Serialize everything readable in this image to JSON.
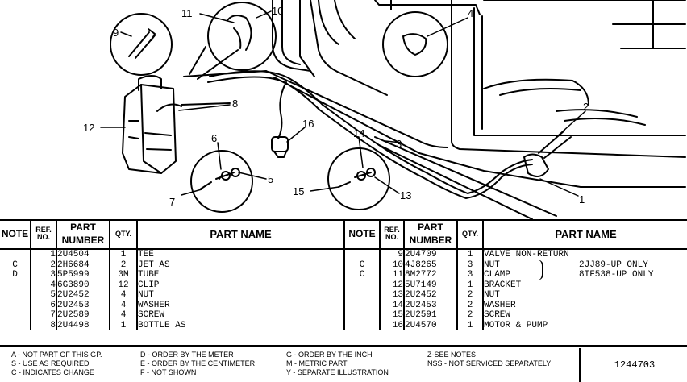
{
  "callouts": [
    "1",
    "2",
    "3",
    "4",
    "5",
    "6",
    "7",
    "8",
    "9",
    "10",
    "11",
    "12",
    "13",
    "14",
    "15",
    "16"
  ],
  "left_table": {
    "headers": {
      "note": "NOTE",
      "ref_no": "REF. NO.",
      "part_number": "PART NUMBER",
      "qty": "QTY.",
      "part_name": "PART NAME"
    },
    "rows": [
      {
        "note": "",
        "ref": "1",
        "part": "2U4504",
        "qty": "1",
        "name": "TEE"
      },
      {
        "note": "C",
        "ref": "2",
        "part": "2H6684",
        "qty": "2",
        "name": "JET AS"
      },
      {
        "note": "D",
        "ref": "3",
        "part": "5P5999",
        "qty": "3M",
        "name": "TUBE"
      },
      {
        "note": "",
        "ref": "4",
        "part": "6G3890",
        "qty": "12",
        "name": "CLIP"
      },
      {
        "note": "",
        "ref": "5",
        "part": "2U2452",
        "qty": "4",
        "name": "NUT"
      },
      {
        "note": "",
        "ref": "6",
        "part": "2U2453",
        "qty": "4",
        "name": "WASHER"
      },
      {
        "note": "",
        "ref": "7",
        "part": "2U2589",
        "qty": "4",
        "name": "SCREW"
      },
      {
        "note": "",
        "ref": "8",
        "part": "2U4498",
        "qty": "1",
        "name": "BOTTLE AS"
      }
    ]
  },
  "right_table": {
    "headers": {
      "note": "NOTE",
      "ref_no": "REF. NO.",
      "part_number": "PART NUMBER",
      "qty": "QTY.",
      "part_name": "PART NAME"
    },
    "rows": [
      {
        "note": "",
        "ref": "9",
        "part": "2U4709",
        "qty": "1",
        "name": "VALVE NON-RETURN",
        "aside": ""
      },
      {
        "note": "C",
        "ref": "10",
        "part": "4J8265",
        "qty": "3",
        "name": "NUT",
        "aside": "2JJ89-UP ONLY"
      },
      {
        "note": "C",
        "ref": "11",
        "part": "8M2772",
        "qty": "3",
        "name": "CLAMP",
        "aside": "8TF538-UP ONLY"
      },
      {
        "note": "",
        "ref": "12",
        "part": "5U7149",
        "qty": "1",
        "name": "BRACKET",
        "aside": ""
      },
      {
        "note": "",
        "ref": "13",
        "part": "2U2452",
        "qty": "2",
        "name": "NUT",
        "aside": ""
      },
      {
        "note": "",
        "ref": "14",
        "part": "2U2453",
        "qty": "2",
        "name": "WASHER",
        "aside": ""
      },
      {
        "note": "",
        "ref": "15",
        "part": "2U2591",
        "qty": "2",
        "name": "SCREW",
        "aside": ""
      },
      {
        "note": "",
        "ref": "16",
        "part": "2U4570",
        "qty": "1",
        "name": "MOTOR & PUMP",
        "aside": ""
      }
    ]
  },
  "legend": {
    "col1": [
      "A - NOT PART OF THIS GP.",
      "S - USE AS REQUIRED",
      "C - INDICATES CHANGE"
    ],
    "col2": [
      "D - ORDER BY THE METER",
      "E - ORDER BY THE CENTIMETER",
      "F - NOT SHOWN"
    ],
    "col3": [
      "G - ORDER BY THE INCH",
      "M - METRIC PART",
      "Y - SEPARATE ILLUSTRATION"
    ],
    "col4": [
      "Z-SEE NOTES",
      "NSS - NOT SERVICED SEPARATELY"
    ]
  },
  "document_number": "1244703"
}
